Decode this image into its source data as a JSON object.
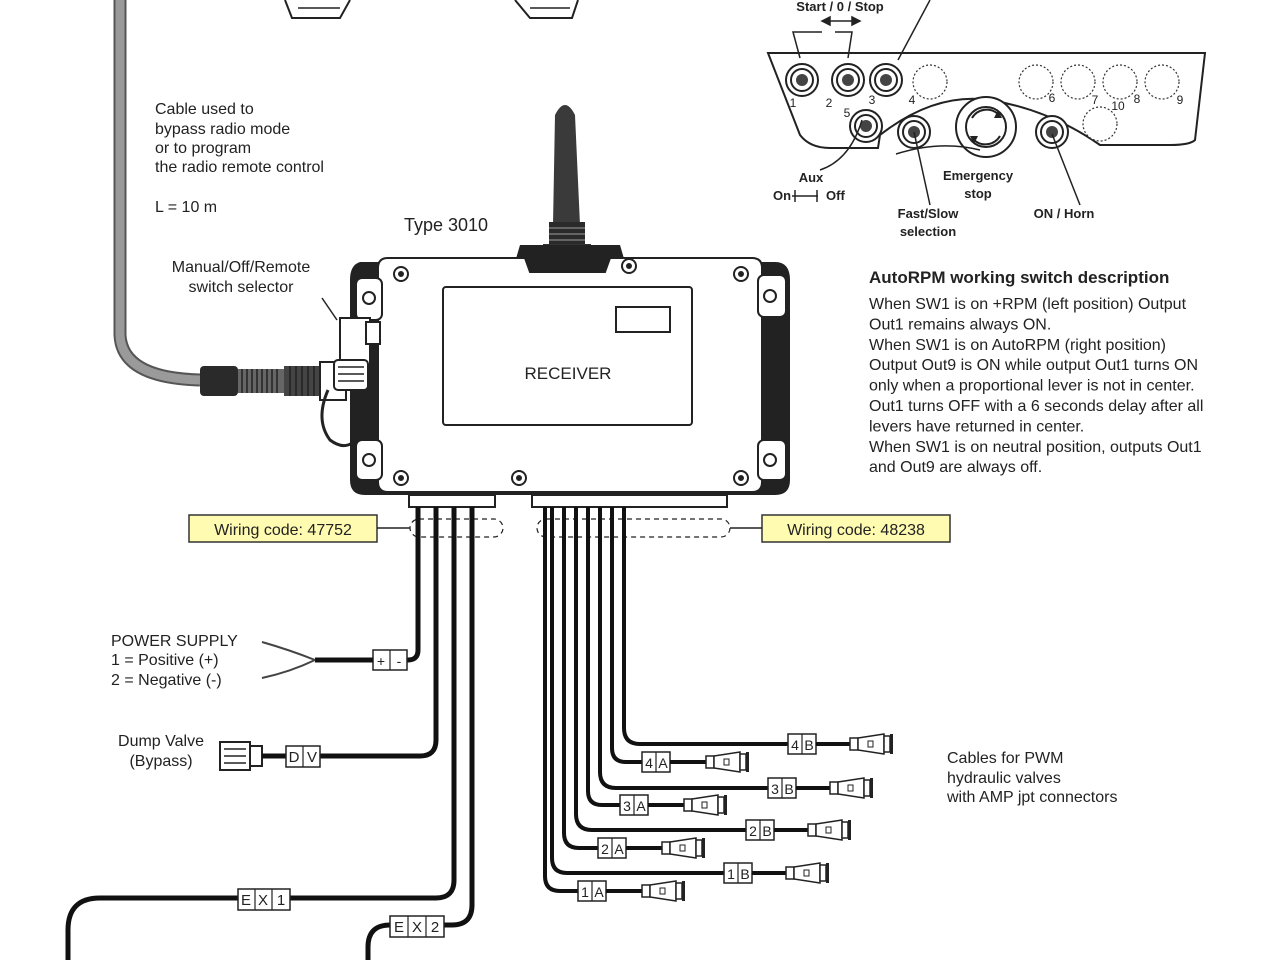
{
  "cable_note": {
    "lines": [
      "Cable  used to",
      "bypass radio mode",
      "or to program",
      "the radio remote control"
    ],
    "length": "L = 10 m"
  },
  "receiver": {
    "type": "Type 3010",
    "label": "RECEIVER",
    "selector_lines": [
      "Manual/Off/Remote",
      "switch selector"
    ]
  },
  "wiring": {
    "left_code": "Wiring code: 47752",
    "right_code": "Wiring code: 48238"
  },
  "power": {
    "lines": [
      "POWER SUPPLY",
      "1 = Positive (+)",
      "2 = Negative (-)"
    ],
    "pos": "+",
    "neg": "-"
  },
  "dump_valve": {
    "lines": [
      "Dump Valve",
      "(Bypass)"
    ],
    "tag": [
      "D",
      "V"
    ]
  },
  "ext_tags": [
    [
      "E",
      "X",
      "1"
    ],
    [
      "E",
      "X",
      "2"
    ]
  ],
  "pwm_tags": [
    [
      "4",
      "B"
    ],
    [
      "4",
      "A"
    ],
    [
      "3",
      "B"
    ],
    [
      "3",
      "A"
    ],
    [
      "2",
      "B"
    ],
    [
      "2",
      "A"
    ],
    [
      "1",
      "B"
    ],
    [
      "1",
      "A"
    ]
  ],
  "pwm_note": [
    "Cables for PWM",
    "hydraulic valves",
    "with AMP jpt connectors"
  ],
  "remote": {
    "start_stop": "Start / 0 / Stop",
    "numbers": [
      "1",
      "2",
      "3",
      "4",
      "5",
      "6",
      "7",
      "8",
      "9",
      "10"
    ],
    "aux": "Aux",
    "on": "On",
    "off": "Off",
    "emergency": [
      "Emergency",
      "stop"
    ],
    "fast_slow": [
      "Fast/Slow",
      "selection"
    ],
    "on_horn": "ON / Horn"
  },
  "autorpm": {
    "title": "AutoRPM working switch description",
    "lines": [
      "When SW1 is on +RPM (left position) Output",
      "Out1 remains always ON.",
      "When SW1 is on AutoRPM (right position)",
      "Output Out9 is ON while output Out1 turns ON",
      "only when a proportional lever is not in center.",
      "Out1 turns OFF with a 6 seconds delay after all",
      "levers have returned in center.",
      "When SW1 is on neutral position, outputs Out1",
      "and Out9 are always off."
    ]
  }
}
